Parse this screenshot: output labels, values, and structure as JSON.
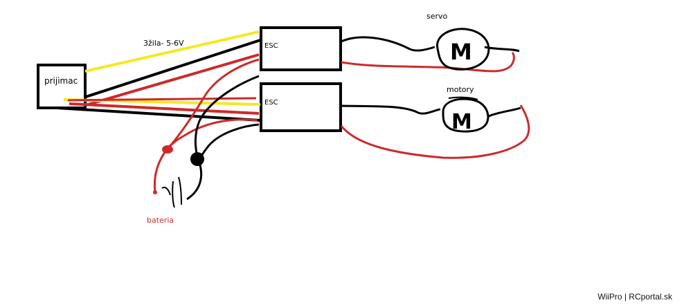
{
  "diagram": {
    "receiver_label": "prijimac",
    "wire_label": "3žila- 5-6V",
    "esc_top_label": "ESC",
    "esc_bottom_label": "ESC",
    "servo_label": "servo",
    "motor_label": "motory",
    "servo_symbol": "M",
    "motor_symbol": "M",
    "battery_label": "bateria"
  },
  "colors": {
    "black": "#000000",
    "red": "#cc2a2a",
    "yellow": "#f2ea21",
    "battery_text": "#c8302c"
  },
  "footer": {
    "watermark": "WiiPro | RCportal.sk"
  }
}
